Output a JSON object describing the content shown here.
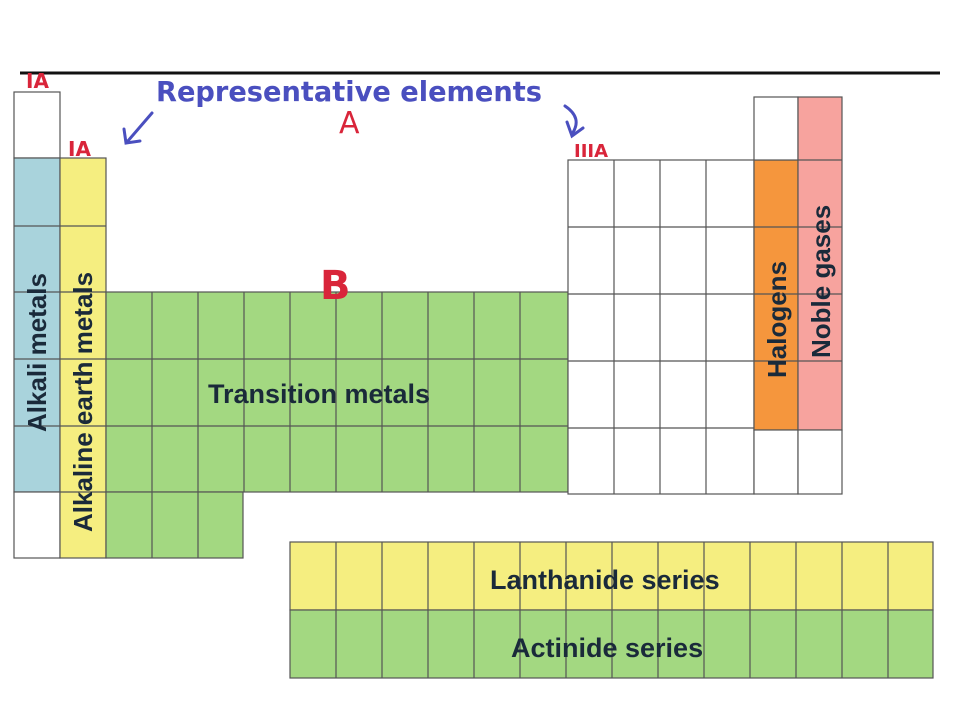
{
  "annotations": {
    "group_1a_top": "IA",
    "group_1a": "IA",
    "representative_elements": "Representative elements",
    "letter_a": "A",
    "group_3a": "IIIA",
    "label_b": "B"
  },
  "regions": {
    "alkali_metals": "Alkali metals",
    "alkaline_earth_metals": "Alkaline earth metals",
    "transition_metals": "Transition metals",
    "halogens": "Halogens",
    "noble_gases": "Noble gases",
    "lanthanide_series": "Lanthanide series",
    "actinide_series": "Actinide series"
  },
  "colors": {
    "alkali": "#a9d3dc",
    "alkaline_earth": "#f5ee80",
    "transition": "#a3d881",
    "halogen": "#f5963d",
    "noble": "#f7a39e",
    "lanthanide": "#f5ee80",
    "actinide": "#a3d881",
    "annotation_red": "#d9253a",
    "annotation_blue": "#4a4fbf"
  }
}
